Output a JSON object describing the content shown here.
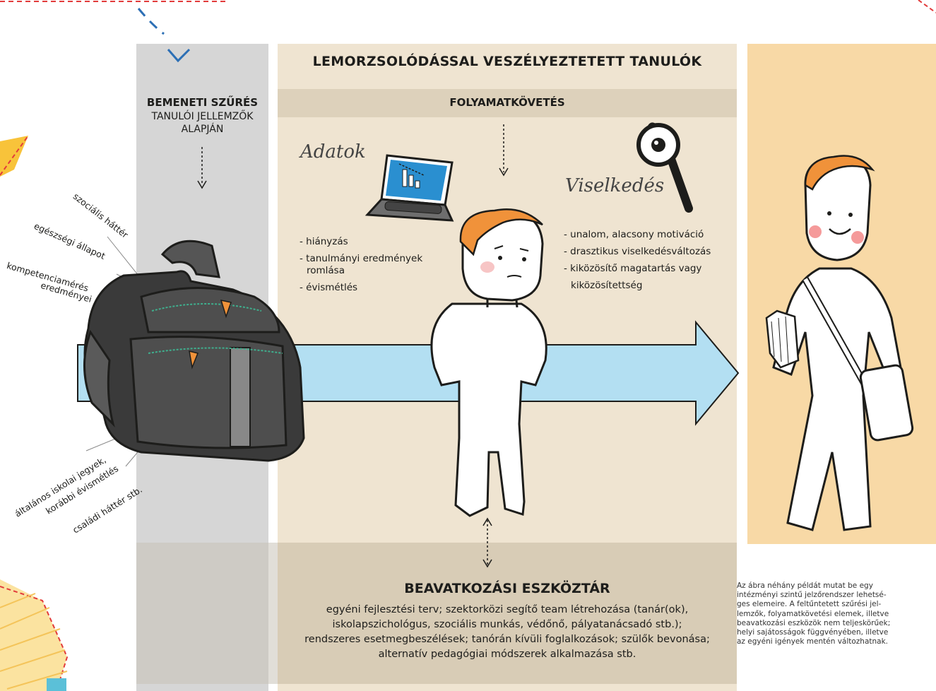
{
  "header": {
    "title": "LEMORZSOLÓDÁSSAL VESZÉLYEZTETETT TANULÓK"
  },
  "screening": {
    "title": "BEMENETI SZŰRÉS",
    "subtitle_line1": "TANULÓI JELLEMZŐK",
    "subtitle_line2": "ALAPJÁN"
  },
  "monitoring": {
    "title": "FOLYAMATKÖVETÉS"
  },
  "data_label": "Adatok",
  "behavior_label": "Viselkedés",
  "data_items": [
    "- hiányzás",
    "- tanulmányi eredmények",
    "romlása",
    "- évismétlés"
  ],
  "behavior_items": [
    "- unalom, alacsony motiváció",
    "- drasztikus viselkedésváltozás",
    "- kiközösítő magatartás vagy",
    "kiközösítettség"
  ],
  "backpack_labels_top": [
    "szociális háttér",
    "egészségi állapot",
    "kompetenciamérés",
    "eredményei"
  ],
  "backpack_labels_bottom": [
    "általános iskolai jegyek,",
    "korábbi évismétlés",
    "családi háttér stb."
  ],
  "intervention": {
    "title": "BEAVATKOZÁSI ESZKÖZTÁR",
    "lines": [
      "egyéni fejlesztési terv; szektorközi segítő team létrehozása (tanár(ok),",
      "iskolapszichológus, szociális munkás, védőnő, pályatanácsadó stb.);",
      "rendszeres esetmegbeszélések; tanórán kívüli foglalkozások; szülők bevonása;",
      "alternatív pedagógiai módszerek alkalmazása stb."
    ]
  },
  "footnote": [
    "Az ábra néhány példát mutat be egy",
    "intézményi szintű jelzőrendszer lehetsé-",
    "ges elemeire. A feltűntetett szűrési jel-",
    "lemzők, folyamatkövetési elemek, illetve",
    "beavatkozási eszközök nem teljeskörűek;",
    "helyi sajátosságok függvényében, illetve",
    "az egyéni igények mentén változhatnak."
  ],
  "colors": {
    "arrow": "#b3dff2",
    "hair": "#f0923a",
    "backpack": "#4e4e4e",
    "accent_dash": "#e23b3b"
  }
}
